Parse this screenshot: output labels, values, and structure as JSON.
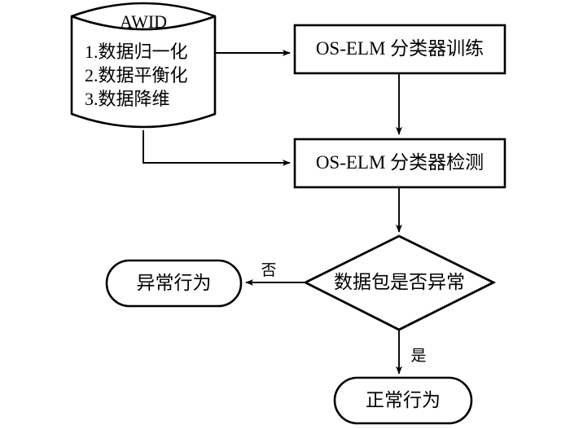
{
  "diagram": {
    "type": "flowchart",
    "title_text": "",
    "colors": {
      "stroke": "#000000",
      "fill": "#ffffff",
      "text": "#000000"
    },
    "nodes": [
      {
        "id": "awid-datastore",
        "shape": "cylinder",
        "icon_name": "database-cylinder-icon",
        "title": "AWID",
        "items": [
          "1.数据归一化",
          "2.数据平衡化",
          "3.数据降维"
        ]
      },
      {
        "id": "oselm-train",
        "shape": "rectangle",
        "label": "OS-ELM 分类器训练"
      },
      {
        "id": "oselm-detect",
        "shape": "rectangle",
        "label": "OS-ELM 分类器检测"
      },
      {
        "id": "packet-decision",
        "shape": "diamond",
        "label": "数据包是否异常"
      },
      {
        "id": "abnormal-behavior",
        "shape": "stadium",
        "label": "异常行为"
      },
      {
        "id": "normal-behavior",
        "shape": "stadium",
        "label": "正常行为"
      }
    ],
    "edges": [
      {
        "id": "e-awid-train",
        "from": "awid-datastore",
        "to": "oselm-train",
        "label": ""
      },
      {
        "id": "e-awid-detect",
        "from": "awid-datastore",
        "to": "oselm-detect",
        "label": ""
      },
      {
        "id": "e-train-detect",
        "from": "oselm-train",
        "to": "oselm-detect",
        "label": ""
      },
      {
        "id": "e-detect-dec",
        "from": "oselm-detect",
        "to": "packet-decision",
        "label": ""
      },
      {
        "id": "e-dec-abnormal",
        "from": "packet-decision",
        "to": "abnormal-behavior",
        "label": "否"
      },
      {
        "id": "e-dec-normal",
        "from": "packet-decision",
        "to": "normal-behavior",
        "label": "是"
      }
    ]
  }
}
